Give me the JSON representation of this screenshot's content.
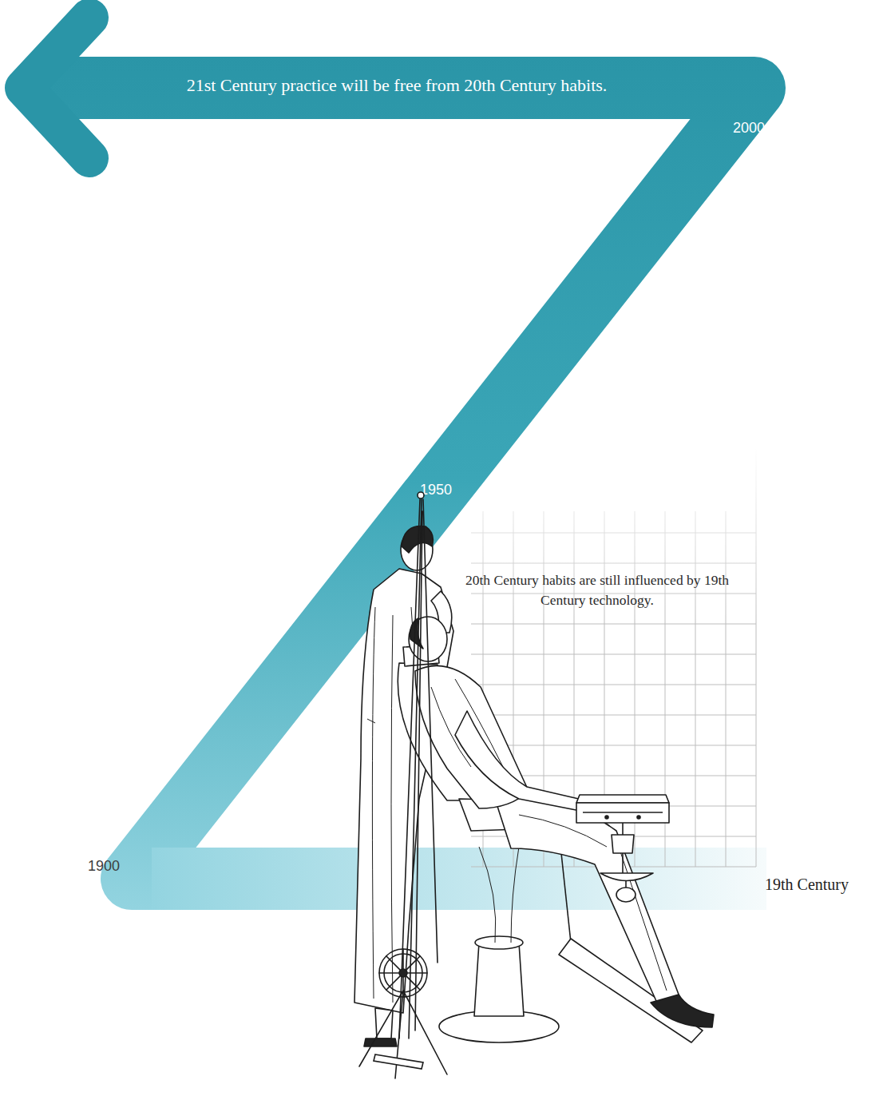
{
  "diagram": {
    "nodes": [
      {
        "text": [
          "21st Century practice will be free from 20th Century habits.",
          "2000",
          "1950",
          "1900",
          "19th Century"
        ]
      }
    ],
    "labels": [
      "20th Century habits are still influenced by 19th Century technology."
    ]
  }
}
